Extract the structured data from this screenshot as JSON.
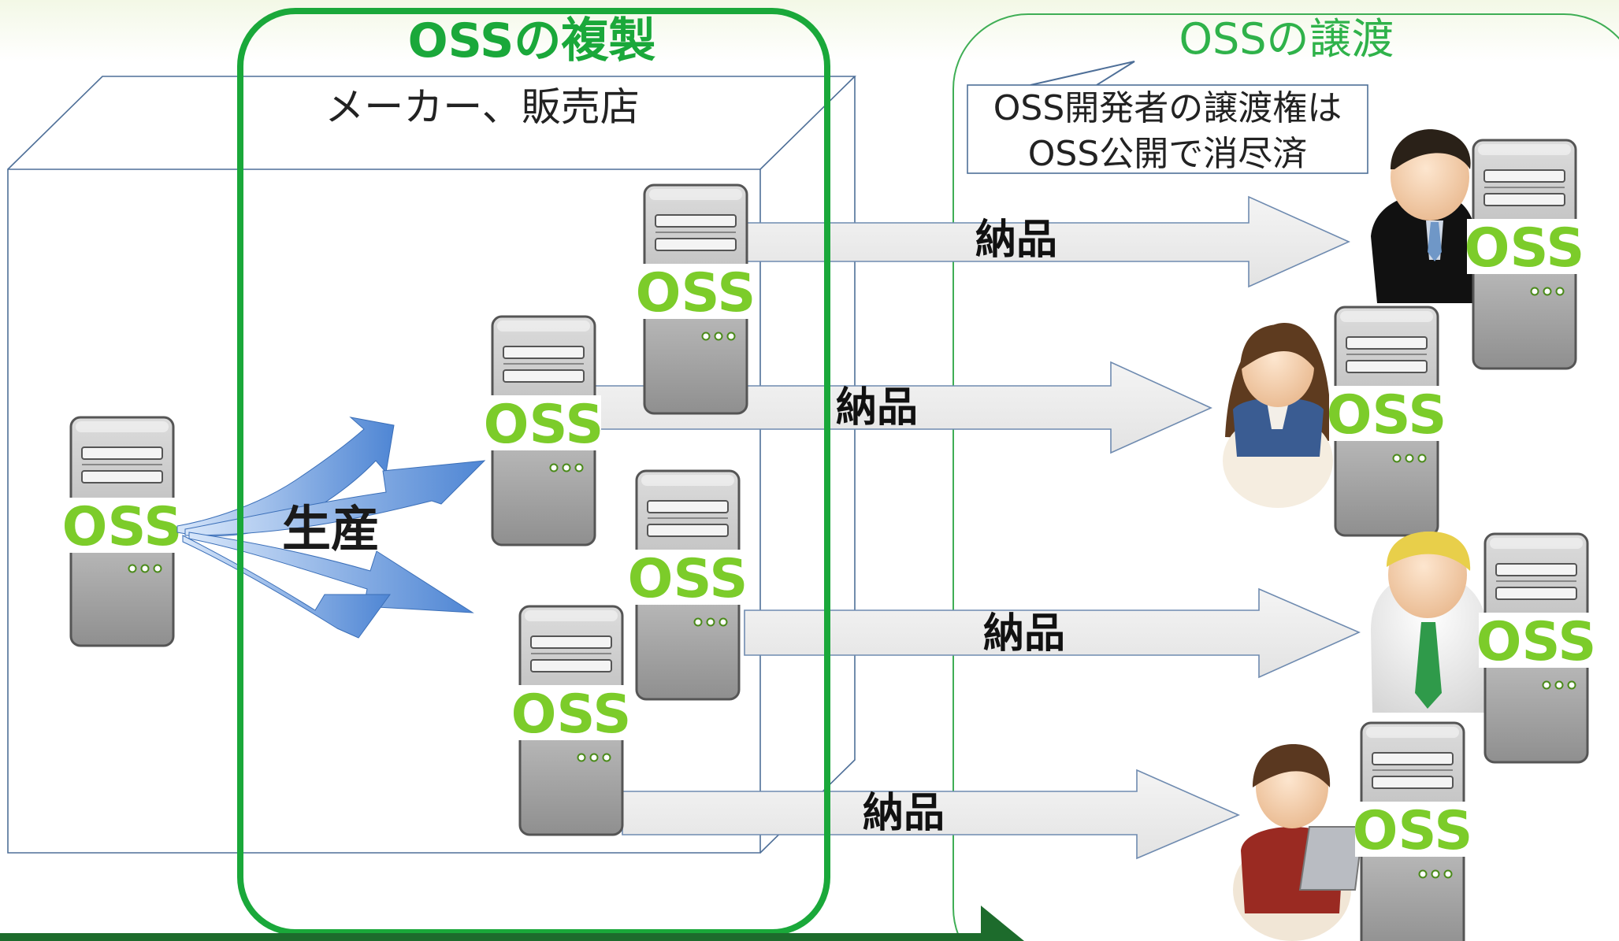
{
  "titles": {
    "replication": "OSSの複製",
    "transfer": "OSSの譲渡",
    "maker": "メーカー、販売店"
  },
  "callout": {
    "line1": "OSS開発者の譲渡権は",
    "line2": "OSS公開で消尽済"
  },
  "labels": {
    "production": "生産",
    "delivery": "納品"
  },
  "server_label": "OSS",
  "colors": {
    "green_frame": "#1aa83a",
    "oss_text": "#7ccc2a",
    "transfer_title": "#2fb24a",
    "bottom_bar": "#1d6b2c",
    "blue_arrow": "#5b8fd6"
  },
  "icons": [
    "server-icon",
    "businessman-icon",
    "woman-icon",
    "blonde-man-icon",
    "woman-laptop-icon"
  ]
}
